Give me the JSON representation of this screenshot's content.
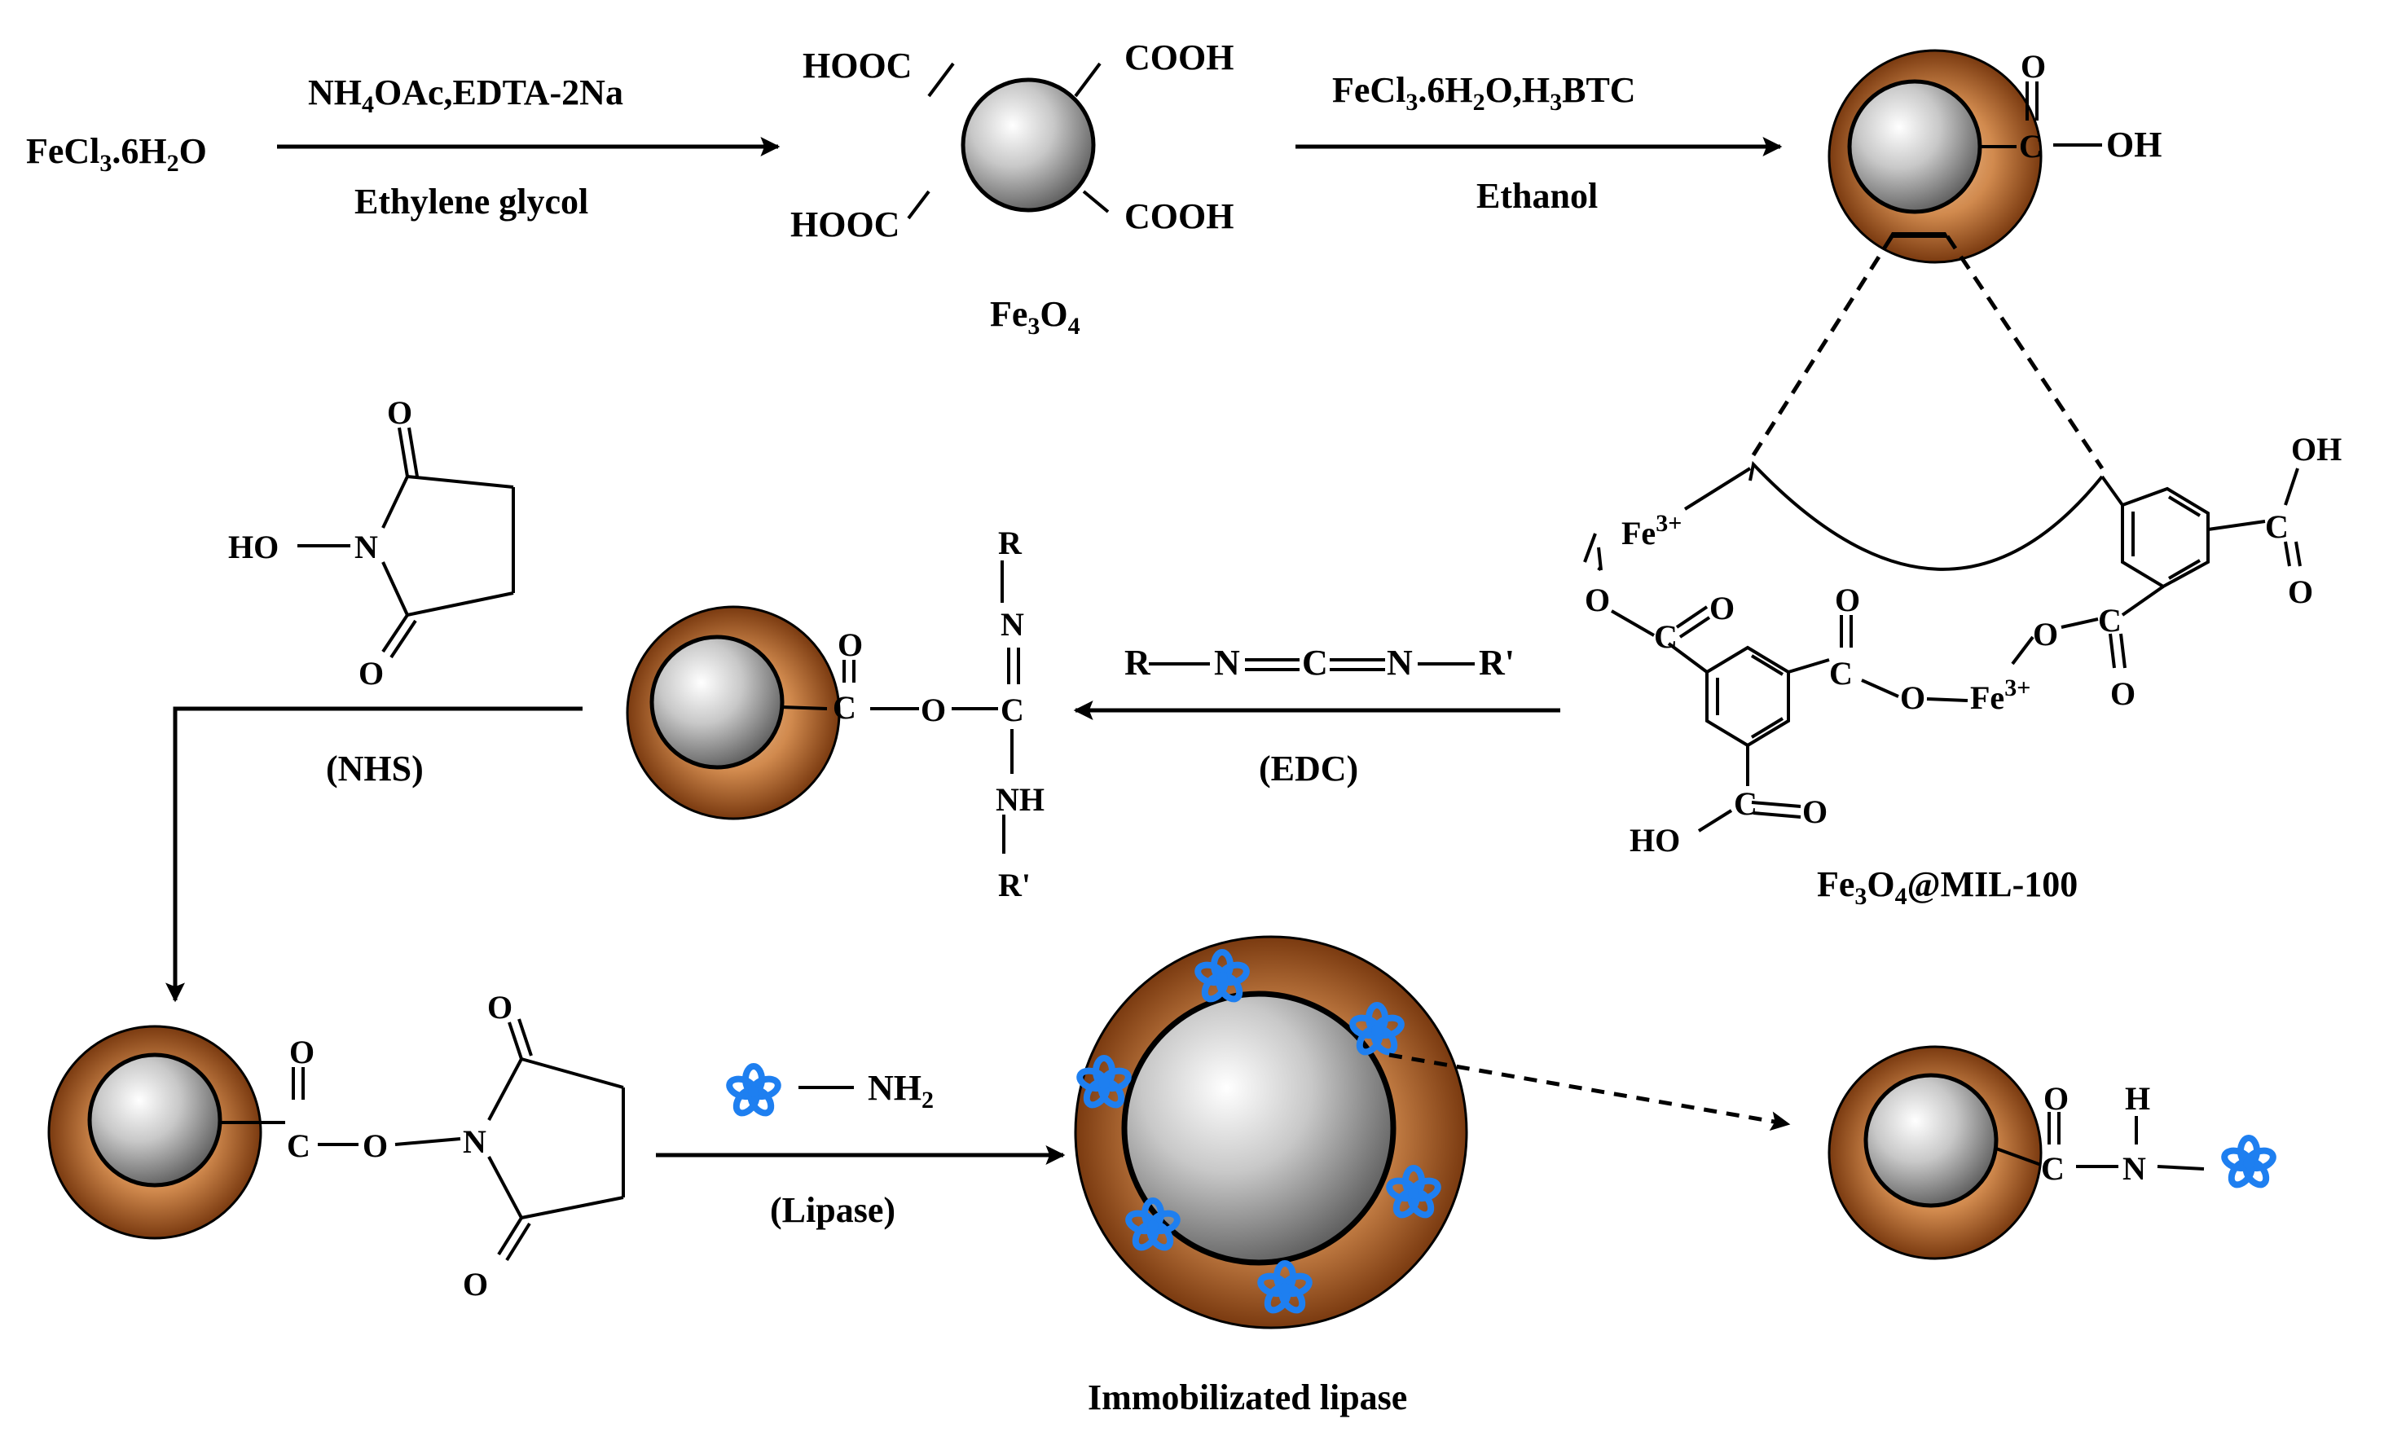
{
  "step1": {
    "reactant": [
      "FeCl",
      "3",
      ".6H",
      "2",
      "O"
    ],
    "reagent_top": [
      "NH",
      "4",
      "OAc,EDTA-2Na"
    ],
    "reagent_bottom": "Ethylene glycol"
  },
  "fe3o4": {
    "label": [
      "Fe",
      "3",
      "O",
      "4"
    ],
    "tl": "HOOC",
    "tr": "COOH",
    "bl": "HOOC",
    "br": "COOH"
  },
  "step2": {
    "reagent_top": [
      "FeCl",
      "3",
      ".6H",
      "2",
      "O,H",
      "3",
      "BTC"
    ],
    "reagent_bottom": "Ethanol"
  },
  "mil_particle": {
    "O": "O",
    "C": "C",
    "OH": "OH"
  },
  "mil": {
    "label": [
      "Fe",
      "3",
      "O",
      "4",
      "@MIL-100"
    ],
    "fe": [
      "Fe",
      "3+"
    ],
    "O": "O",
    "C": "C",
    "OH": "OH",
    "HO": "HO"
  },
  "edc": {
    "formula": [
      "R",
      "N",
      "C",
      "N",
      "R'"
    ],
    "label": "(EDC)"
  },
  "intermediate": {
    "O": "O",
    "C": "C",
    "N": "N",
    "NH": "NH",
    "R": "R",
    "R_prime": "R'"
  },
  "nhs": {
    "O": "O",
    "N": "N",
    "HO": "HO",
    "label": "(NHS)"
  },
  "nhs_ester": {
    "O": "O",
    "C": "C",
    "N": "N"
  },
  "lipase_step": {
    "nh2": [
      "NH",
      "2"
    ],
    "label": "(Lipase)"
  },
  "immobilized": {
    "label": "Immobilizated lipase"
  },
  "product": {
    "O": "O",
    "C": "C",
    "H": "H",
    "N": "N"
  },
  "colors": {
    "shell_outer": "#8b4513",
    "shell_inner": "#e0a070",
    "core_light": "#ffffff",
    "core_dark": "#666666",
    "lipase": "#1e7ff0"
  }
}
